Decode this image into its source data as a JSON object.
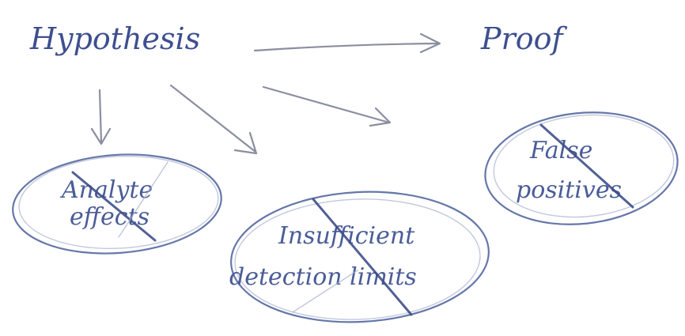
{
  "nodes": {
    "hypothesis": "Hypothesis",
    "proof": "Proof",
    "analyte_effects": {
      "line1": "Analyte",
      "line2": "effects"
    },
    "insufficient_detection_limits": {
      "line1": "Insufficient",
      "line2": "detection limits"
    },
    "false_positives": {
      "line1": "False",
      "line2": "positives"
    }
  },
  "colors": {
    "ink": "#3d4f8f",
    "arrow": "#8a8fa0",
    "background": "#ffffff"
  }
}
